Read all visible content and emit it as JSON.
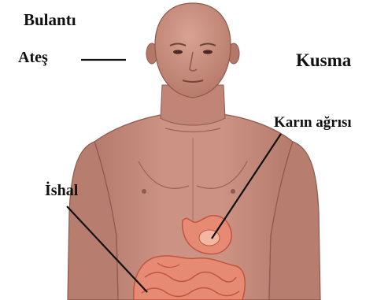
{
  "labels": {
    "nausea": "Bulantı",
    "fever": "Ateş",
    "vomiting": "Kusma",
    "abdominal_pain": "Karın ağrısı",
    "diarrhea": "İshal"
  },
  "colors": {
    "skin": "#c98f80",
    "skin_shadow": "#a86e60",
    "organ": "#e78a74",
    "organ_highlight": "#f3b6a2",
    "leader_line": "#111111",
    "text": "#111111"
  }
}
